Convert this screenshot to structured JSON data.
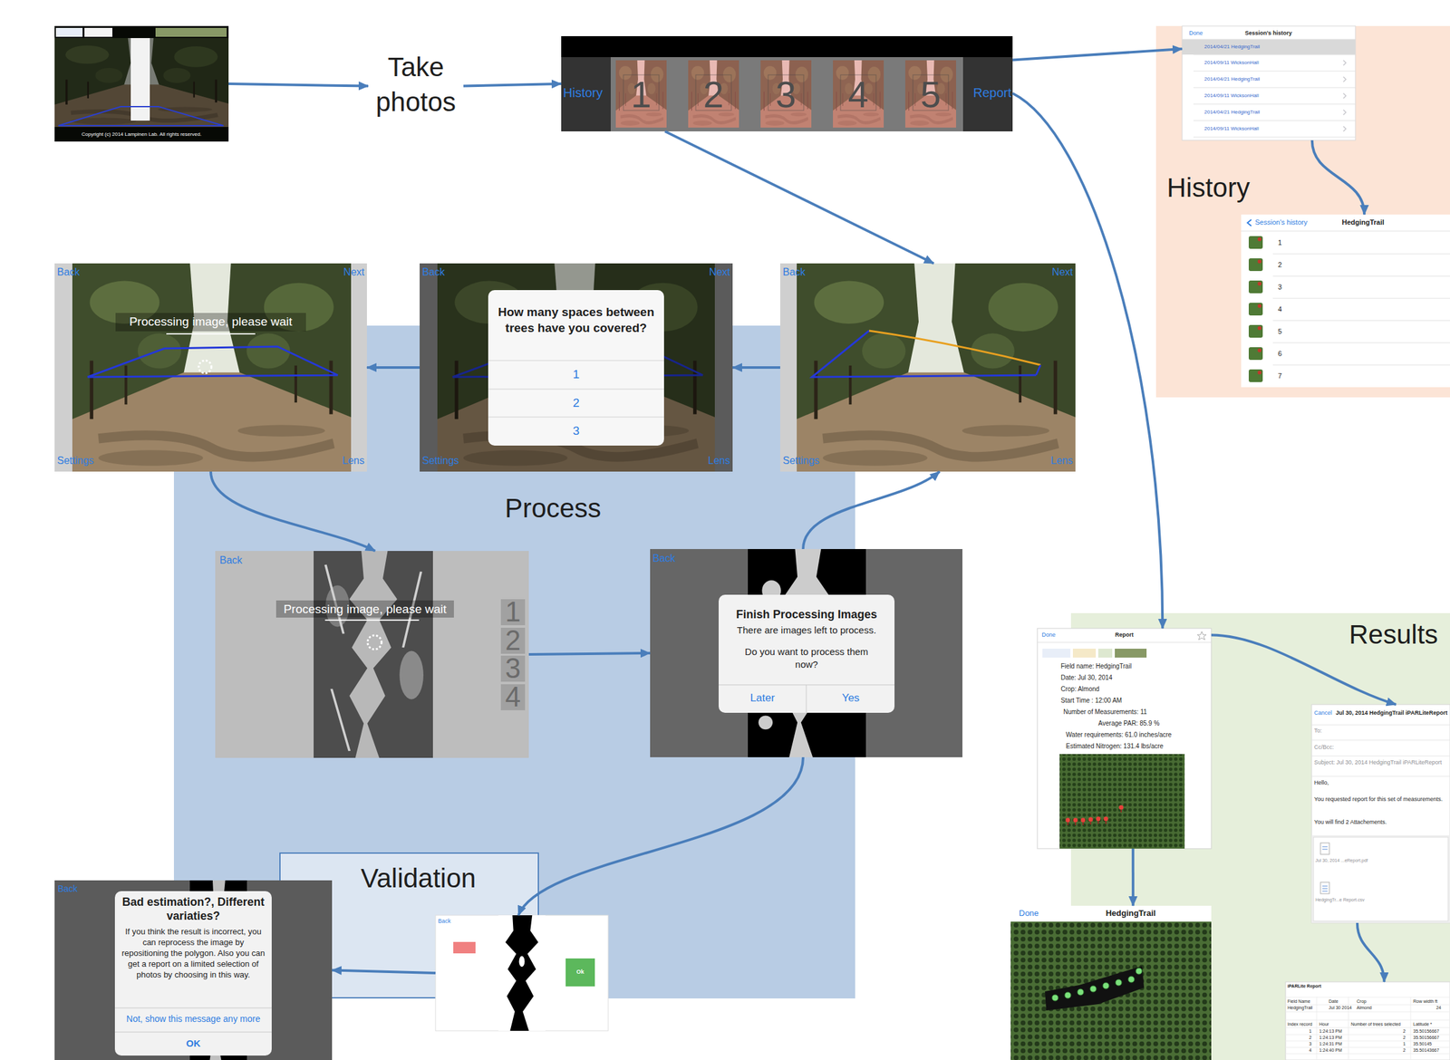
{
  "diagram": {
    "nodes": [
      {
        "text": [
          "Copyright (c) 2014 Lampinen Lab. All rights reserved."
        ]
      },
      {
        "text": [
          "Take photos"
        ]
      },
      {
        "text": [
          "History",
          "1",
          "2",
          "3",
          "4",
          "5",
          "Report"
        ]
      },
      {
        "text": [
          "History"
        ]
      },
      {
        "text": [
          "Done",
          "Session's history",
          "2014/04/21 HedgingTrail",
          "2014/09/11 WicksonHall",
          "2014/04/21 HedgingTrail",
          "2014/09/11 WicksonHall",
          "2014/04/21 HedgingTrail",
          "2014/09/11 WicksonHall"
        ],
        "in": 3
      },
      {
        "text": [
          "Session's history",
          "HedgingTrail",
          "1",
          "2",
          "3",
          "4",
          "5",
          "6",
          "7"
        ],
        "in": 3
      },
      {
        "text": [
          "Back",
          "Next",
          "Processing image, please wait",
          "Settings",
          "Lens"
        ]
      },
      {
        "text": [
          "Back",
          "Next",
          "How many spaces between trees have you covered?",
          "1",
          "2",
          "3",
          "Settings",
          "Lens"
        ]
      },
      {
        "text": [
          "Back",
          "Next",
          "Settings",
          "Lens"
        ]
      },
      {
        "text": [
          "Process"
        ]
      },
      {
        "text": [
          "Back",
          "Processing image, please wait",
          "1",
          "2",
          "3",
          "4"
        ],
        "in": 9
      },
      {
        "text": [
          "Back",
          "Finish Processing Images",
          "There are images left to process.",
          "Do you want to process them now?",
          "Later",
          "Yes"
        ],
        "in": 9
      },
      {
        "text": [
          "Validation"
        ],
        "in": 9
      },
      {
        "text": [
          "Back",
          "Ok"
        ],
        "in": 9
      },
      {
        "text": [
          "Back",
          "Bad estimation?, Different variaties?",
          "If you think the result is incorrect, you can reprocess the image by repositioning the polygon. Also you can get a report on a limited selection of photos by choosing in this way.",
          "Not, show this message any more",
          "OK"
        ]
      },
      {
        "text": [
          "Results"
        ]
      },
      {
        "text": [
          "Done",
          "Report",
          "Field name: HedgingTrail",
          "Date: Jul 30, 2014",
          "Crop: Almond",
          "Start Time : 12:00 AM",
          "Number of Measurements: 11",
          "Average PAR: 85.9 %",
          "Water requirements: 61.0 inches/acre",
          "Estimated Nitrogen: 131.4 lbs/acre"
        ],
        "in": 15
      },
      {
        "text": [
          "Cancel",
          "Jul 30, 2014 HedgingTrail iPARLiteReport",
          "To:",
          "Cc/Bcc:",
          "Subject: Jul 30, 2014 HedgingTrail iPARLiteReport",
          "Hello,",
          "You requested report for this set of measurements.",
          "You will find 2 Attachements.",
          "Jul 30, 2014 ...eReport.pdf",
          "HedgingTr...e Report.csv"
        ],
        "in": 15
      },
      {
        "text": [
          "Done",
          "HedgingTrail"
        ],
        "in": 15
      },
      {
        "text": [
          "iPARLite Report",
          "Field Name",
          "Date",
          "Crop",
          "Row width ft",
          "HedgingTrail",
          "Jul 30 2014",
          "Almond",
          "24",
          "Index record",
          "Hour",
          "Number of trees selected",
          "Latitude *",
          "1",
          "1:24:13 PM",
          "2",
          "35.50156667",
          "2",
          "1:24:13 PM",
          "2",
          "35.50156667",
          "3",
          "1:24:31 PM",
          "1",
          "35.50145",
          "4",
          "1:24:40 PM",
          "2",
          "35.50143667"
        ],
        "in": 15
      }
    ],
    "edges": [
      {
        "from": 0,
        "to": 1,
        "arrow": "to"
      },
      {
        "from": 1,
        "to": 2,
        "arrow": "to"
      },
      {
        "from": 2,
        "to": 4,
        "arrow": "to"
      },
      {
        "from": 4,
        "to": 5,
        "arrow": "to"
      },
      {
        "from": 2,
        "to": 8,
        "arrow": "to"
      },
      {
        "from": 2,
        "to": 16,
        "arrow": "to"
      },
      {
        "from": 8,
        "to": 7,
        "arrow": "to"
      },
      {
        "from": 7,
        "to": 6,
        "arrow": "to"
      },
      {
        "from": 6,
        "to": 10,
        "arrow": "to"
      },
      {
        "from": 10,
        "to": 11,
        "arrow": "to"
      },
      {
        "from": 11,
        "to": 8,
        "arrow": "to"
      },
      {
        "from": 11,
        "to": 13,
        "arrow": "to"
      },
      {
        "from": 13,
        "to": 14,
        "arrow": "to"
      },
      {
        "from": 16,
        "to": 17,
        "arrow": "to"
      },
      {
        "from": 16,
        "to": 18,
        "arrow": "to"
      },
      {
        "from": 17,
        "to": 19,
        "arrow": "to"
      }
    ]
  }
}
